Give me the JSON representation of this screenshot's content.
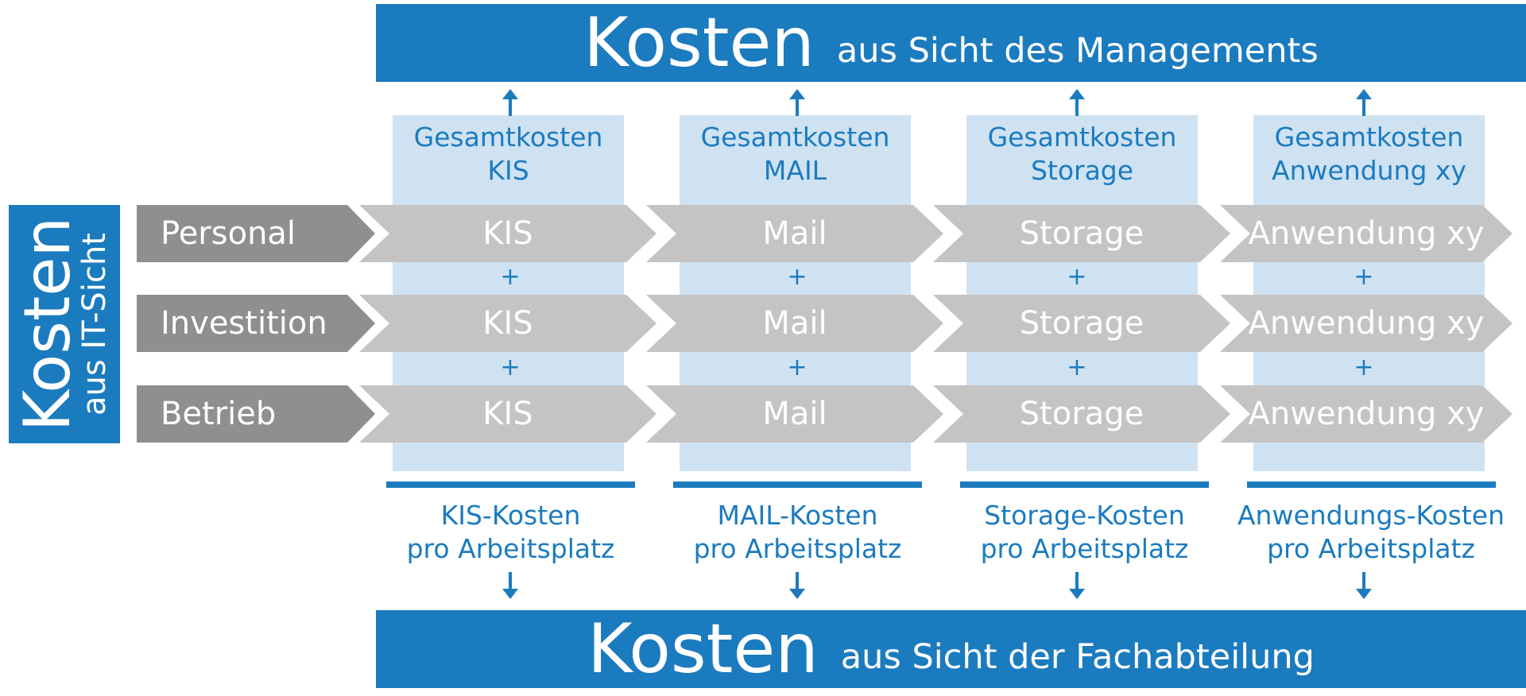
{
  "top_banner": {
    "big": "Kosten",
    "small": "aus Sicht des Managements"
  },
  "bottom_banner": {
    "big": "Kosten",
    "small": "aus Sicht der Fachabteilung"
  },
  "side_banner": {
    "big": "Kosten",
    "small": "aus IT-Sicht"
  },
  "plus_sign": "+",
  "rows": [
    "Personal",
    "Investition",
    "Betrieb"
  ],
  "columns": [
    {
      "title_line1": "Gesamtkosten",
      "title_line2": "KIS",
      "item": "KIS",
      "cost_line1": "KIS-Kosten",
      "cost_line2": "pro Arbeitsplatz"
    },
    {
      "title_line1": "Gesamtkosten",
      "title_line2": "MAIL",
      "item": "Mail",
      "cost_line1": "MAIL-Kosten",
      "cost_line2": "pro Arbeitsplatz"
    },
    {
      "title_line1": "Gesamtkosten",
      "title_line2": "Storage",
      "item": "Storage",
      "cost_line1": "Storage-Kosten",
      "cost_line2": "pro Arbeitsplatz"
    },
    {
      "title_line1": "Gesamtkosten",
      "title_line2": "Anwendung xy",
      "item": "Anwendung xy",
      "cost_line1": "Anwendungs-Kosten",
      "cost_line2": "pro Arbeitsplatz"
    }
  ],
  "colors": {
    "blue": "#1b7bbf",
    "light_blue": "#cfe2f2",
    "dark_gray": "#8f8f8f",
    "light_gray": "#c4c4c4"
  }
}
